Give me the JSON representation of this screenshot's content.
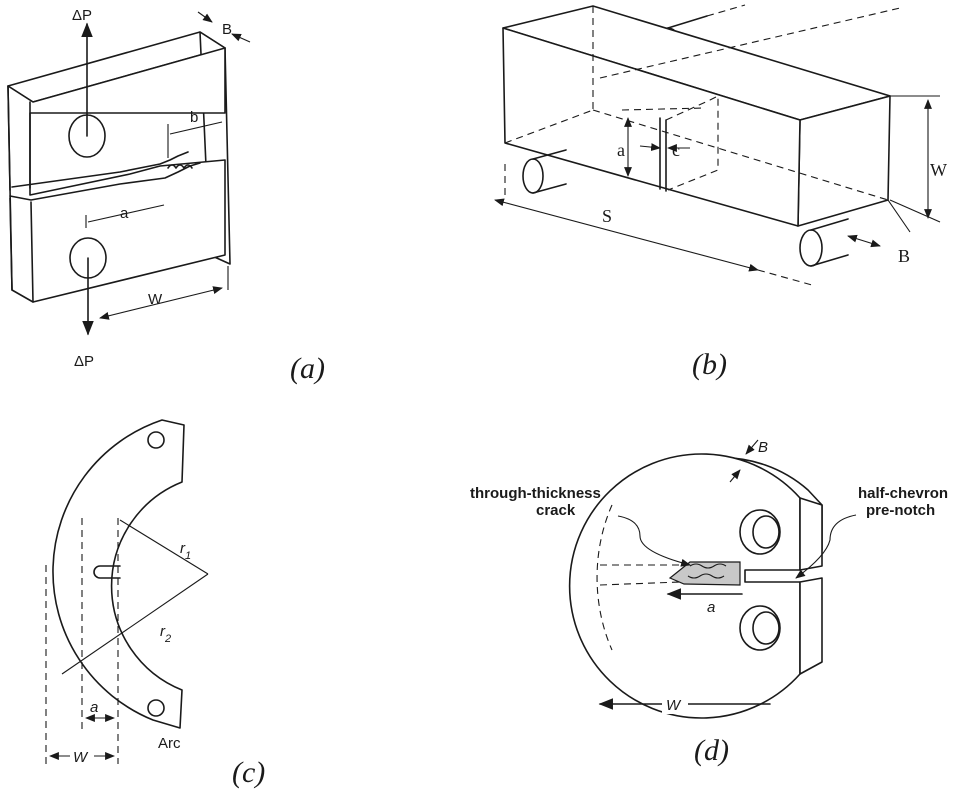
{
  "panel_a": {
    "caption": "(a)",
    "load_top": "ΔP",
    "load_bottom": "ΔP",
    "dim_B": "B",
    "dim_b": "b",
    "dim_a": "a",
    "dim_W": "W"
  },
  "panel_b": {
    "caption": "(b)",
    "dim_a": "a",
    "dim_c": "c",
    "dim_W": "W",
    "dim_S": "S",
    "dim_B": "B"
  },
  "panel_c": {
    "caption": "(c)",
    "dim_r1": "r1",
    "dim_r2": "r2",
    "dim_a": "a",
    "dim_W": "W",
    "label_arc": "Arc"
  },
  "panel_d": {
    "caption": "(d)",
    "dim_B": "B",
    "dim_a": "a",
    "dim_W": "W",
    "label_crack_line1": "through-thickness",
    "label_crack_line2": "crack",
    "label_notch_line1": "half-chevron",
    "label_notch_line2": "pre-notch"
  }
}
